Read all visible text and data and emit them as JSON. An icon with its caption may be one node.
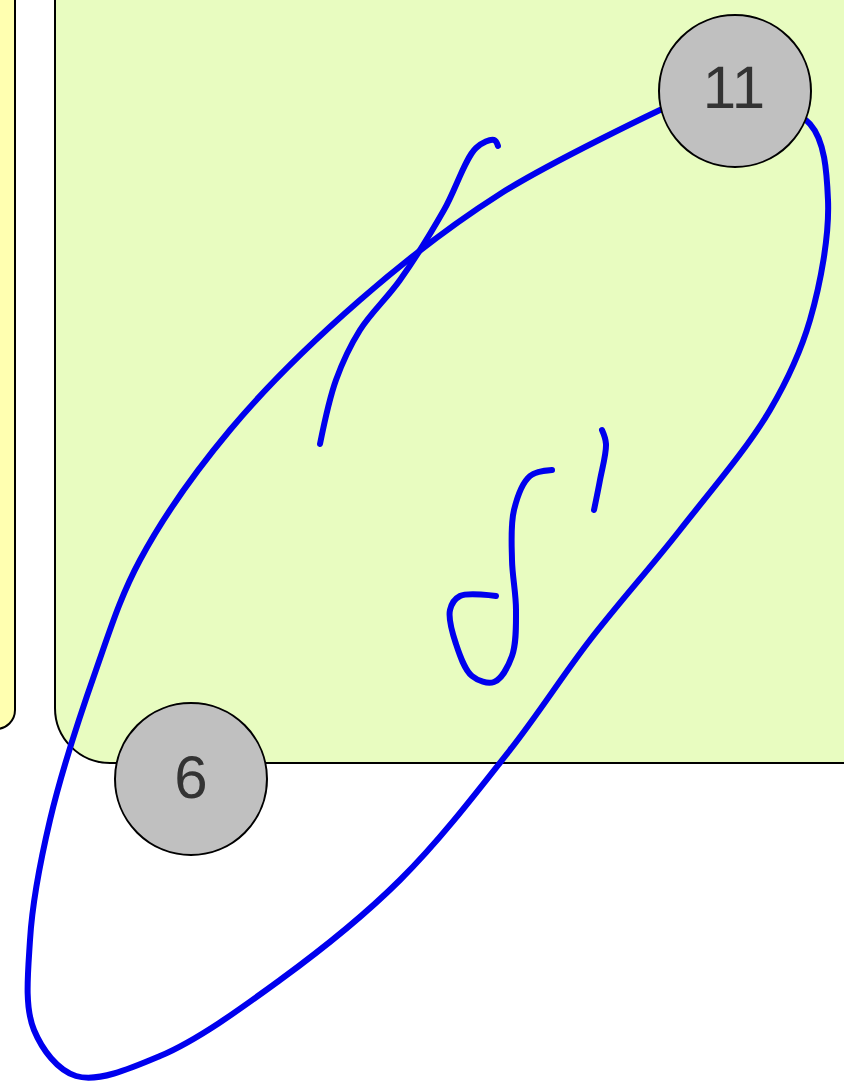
{
  "diagram": {
    "nodes": [
      {
        "text": [],
        "shape": "box"
      },
      {
        "text": [],
        "shape": "box"
      },
      {
        "text": [
          "11"
        ],
        "in": 1
      },
      {
        "text": [
          "6"
        ]
      }
    ]
  }
}
